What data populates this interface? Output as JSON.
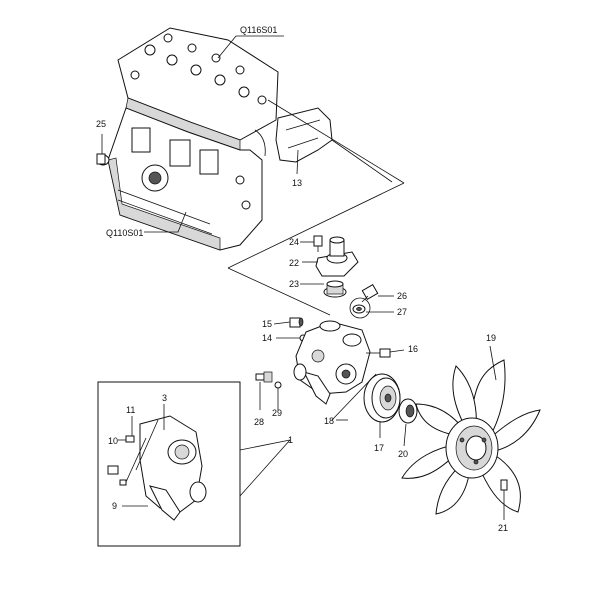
{
  "diagram": {
    "callouts": [
      {
        "id": "c-q116s01",
        "text": "Q116S01"
      },
      {
        "id": "c-25",
        "text": "25"
      },
      {
        "id": "c-13",
        "text": "13"
      },
      {
        "id": "c-q110s01",
        "text": "Q110S01"
      },
      {
        "id": "c-24",
        "text": "24"
      },
      {
        "id": "c-22",
        "text": "22"
      },
      {
        "id": "c-23",
        "text": "23"
      },
      {
        "id": "c-26",
        "text": "26"
      },
      {
        "id": "c-27",
        "text": "27"
      },
      {
        "id": "c-15",
        "text": "15"
      },
      {
        "id": "c-14",
        "text": "14"
      },
      {
        "id": "c-16",
        "text": "16"
      },
      {
        "id": "c-19",
        "text": "19"
      },
      {
        "id": "c-3",
        "text": "3"
      },
      {
        "id": "c-11",
        "text": "11"
      },
      {
        "id": "c-10",
        "text": "10"
      },
      {
        "id": "c-9",
        "text": "9"
      },
      {
        "id": "c-28",
        "text": "28"
      },
      {
        "id": "c-29",
        "text": "29"
      },
      {
        "id": "c-1",
        "text": "1"
      },
      {
        "id": "c-18",
        "text": "18"
      },
      {
        "id": "c-17",
        "text": "17"
      },
      {
        "id": "c-20",
        "text": "20"
      },
      {
        "id": "c-21",
        "text": "21"
      }
    ]
  }
}
